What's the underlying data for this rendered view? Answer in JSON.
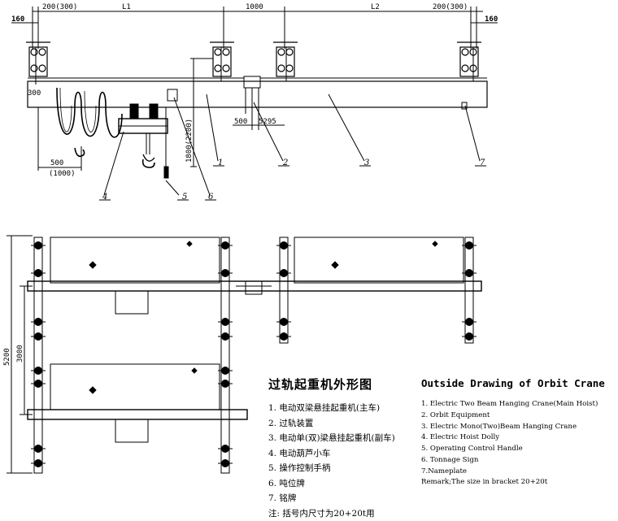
{
  "dimensions": {
    "top_left_span": "200(300)",
    "span_l1": "L1",
    "span_mid": "1000",
    "span_l2": "L2",
    "top_right_span": "200(300)",
    "end_left": "160",
    "end_right": "160",
    "beam_offset": "300",
    "hook_offset": "500",
    "hook_offset_alt": "(1000)",
    "handle_drop": "1800(2200)",
    "gap_a": "500",
    "gap_b": "5295",
    "plan_outer": "5200",
    "plan_inner": "3000"
  },
  "callouts": [
    "1",
    "2",
    "3",
    "4",
    "5",
    "6",
    "7"
  ],
  "legend_cn": {
    "title": "过轨起重机外形图",
    "items": [
      "1. 电动双梁悬挂起重机(主车)",
      "2. 过轨装置",
      "3. 电动单(双)梁悬挂起重机(副车)",
      "4. 电动葫芦小车",
      "5. 操作控制手柄",
      "6. 吨位牌",
      "7. 铭牌"
    ],
    "note": "注: 括号内尺寸为20+20t用"
  },
  "legend_en": {
    "title": "Outside Drawing of Orbit Crane",
    "items": [
      "1. Electric Two Beam Hanging Crane(Main Hoist)",
      "2. Orbit Equipment",
      "3. Electric Mono(Two)Beam Hanging Crane",
      "4. Electric Hoist Dolly",
      "5. Operating Control Handle",
      "6. Tonnage Sign",
      "7.Nameplate"
    ],
    "remark": "Remark;The size in bracket 20+20t"
  }
}
